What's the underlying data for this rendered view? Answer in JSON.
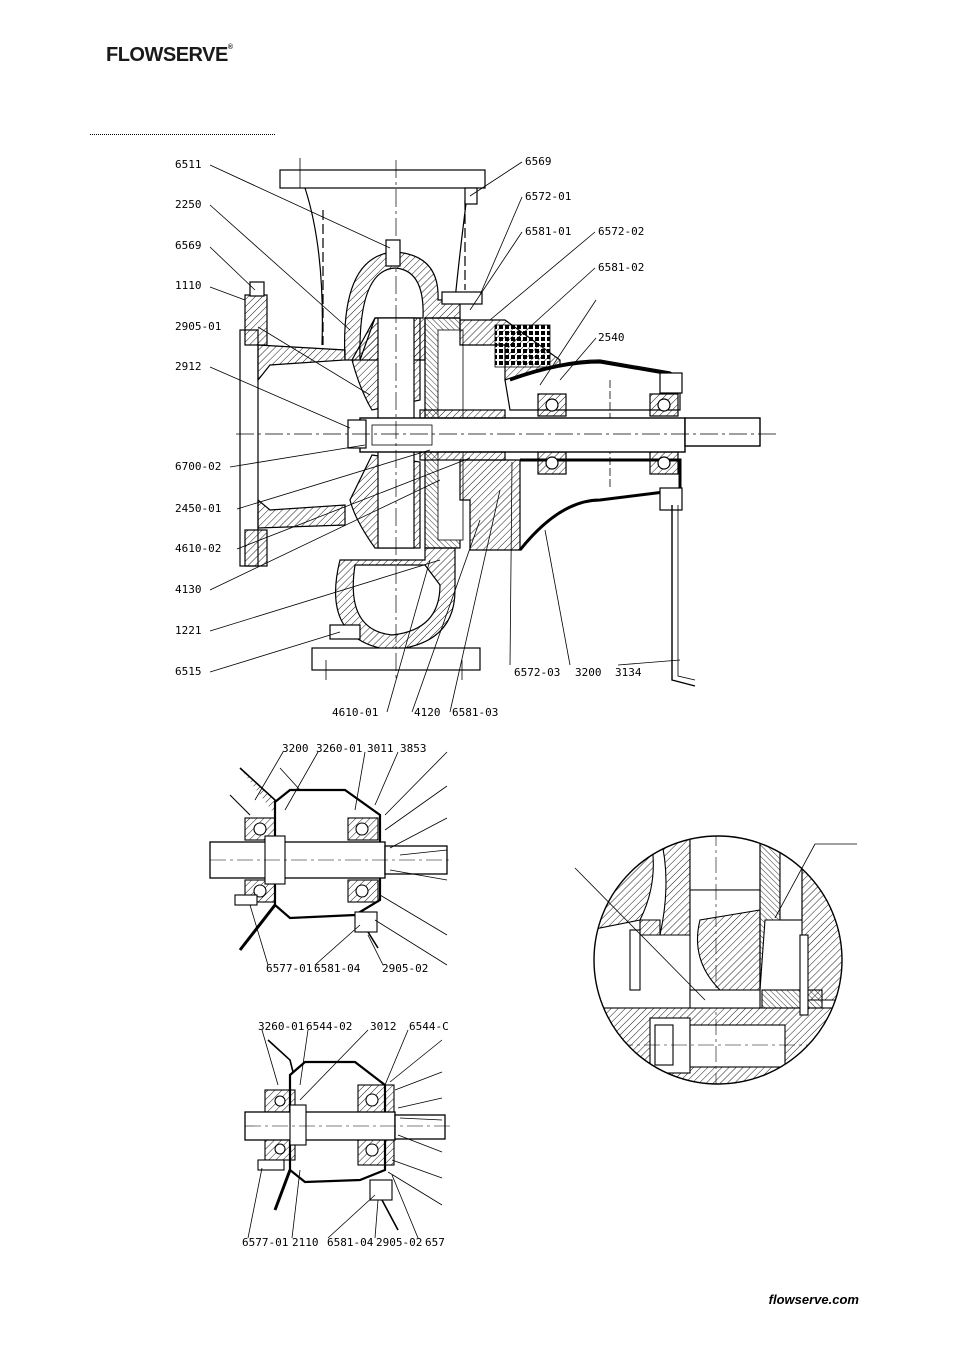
{
  "header": {
    "brand": "FLOWSERVE",
    "reg_mark": "®"
  },
  "footer": {
    "website": "flowserve.com"
  },
  "main_drawing": {
    "labels": {
      "l6511": "6511",
      "l2250": "2250",
      "l6569a": "6569",
      "l1110": "1110",
      "l2905_01": "2905-01",
      "l2912": "2912",
      "l6700_02": "6700-02",
      "l2450_01": "2450-01",
      "l4610_02": "4610-02",
      "l4130": "4130",
      "l1221": "1221",
      "l6515": "6515",
      "l6569b": "6569",
      "l6572_01": "6572-01",
      "l6581_01": "6581-01",
      "l6572_02": "6572-02",
      "l6581_02": "6581-02",
      "l2540": "2540",
      "l6572_03": "6572-03",
      "l3200": "3200",
      "l3134": "3134",
      "l4610_01": "4610-01",
      "l4120": "4120",
      "l6581_03": "6581-03"
    }
  },
  "detail_a": {
    "labels": {
      "l3200": "3200",
      "l3260_01": "3260-01",
      "l3011": "3011",
      "l3853": "3853",
      "l6577_01": "6577-01",
      "l6581_04": "6581-04",
      "l2905_02": "2905-02"
    }
  },
  "detail_b": {
    "labels": {
      "l3260_01": "3260-01",
      "l6544_02": "6544-02",
      "l3012": "3012",
      "l6544_c": "6544-C",
      "l6577_01": "6577-01",
      "l2110": "2110",
      "l6581_04": "6581-04",
      "l2905_02": "2905-02",
      "l657": "657"
    }
  }
}
